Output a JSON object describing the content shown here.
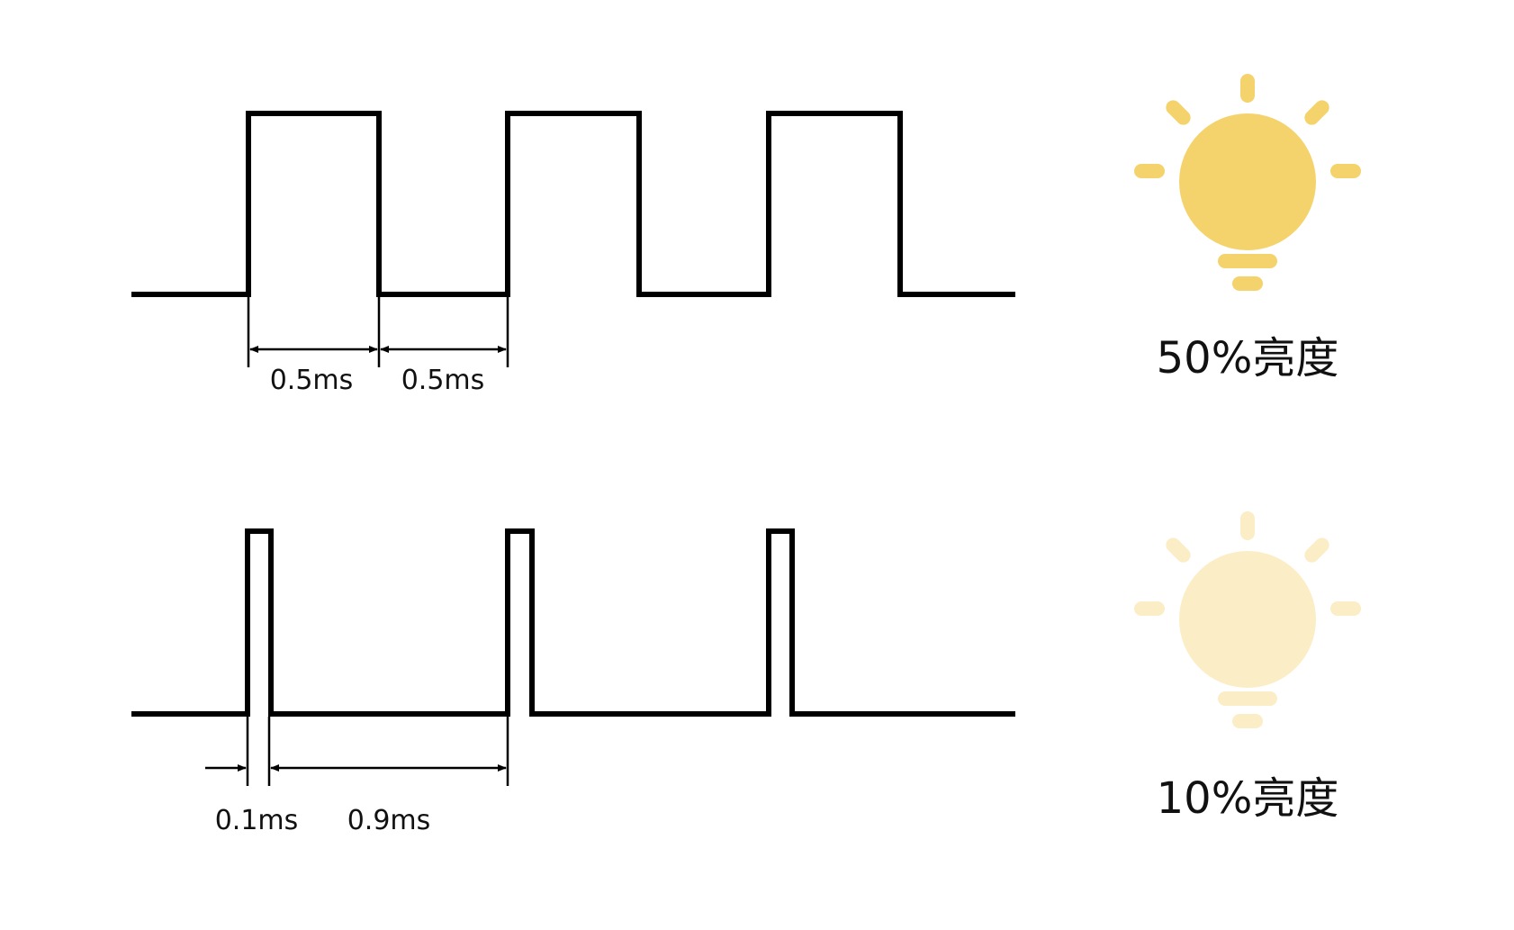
{
  "colors": {
    "waveform": "#000000",
    "bulb_bright": "#F5D36C",
    "bulb_dim": "#FBEDC5"
  },
  "icons": [
    "bulb-bright-icon",
    "bulb-dim-icon"
  ],
  "rows": [
    {
      "duty_percent": 50,
      "bulb_icon": "bulb-bright-icon",
      "brightness_label": "50%亮度",
      "dimensions": [
        {
          "label": "0.5ms"
        },
        {
          "label": "0.5ms"
        }
      ]
    },
    {
      "duty_percent": 10,
      "bulb_icon": "bulb-dim-icon",
      "brightness_label": "10%亮度",
      "dimensions": [
        {
          "label": "0.1ms"
        },
        {
          "label": "0.9ms"
        }
      ]
    }
  ]
}
